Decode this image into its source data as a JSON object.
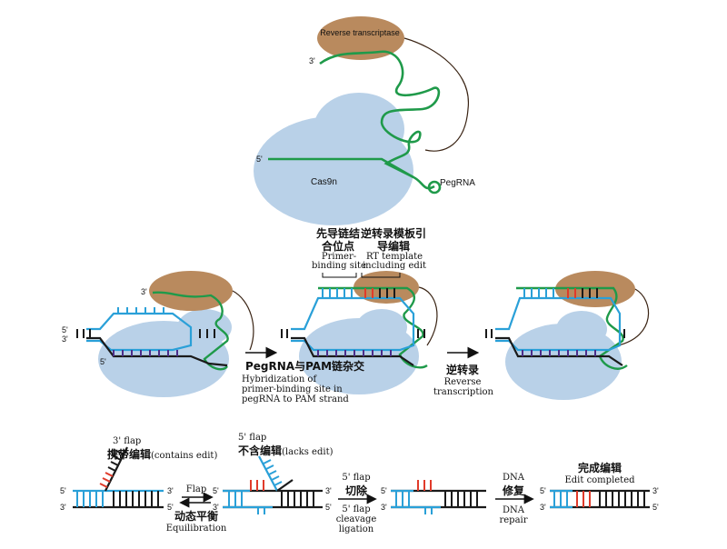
{
  "colors": {
    "cas9": "#b9d1e8",
    "rt": "#b98a5e",
    "pegrna": "#1f9a4a",
    "dna_target": "#2aa0d8",
    "dna_nontarget": "#1a1a1a",
    "edit": "#e03a2a",
    "hybrid": "#4b2e8a",
    "linker": "#3a2414"
  },
  "panel_top": {
    "rt_label": "Reverse transcriptase",
    "cas9_label": "Cas9n",
    "pegrna_label": "PegRNA",
    "end_3": "3'",
    "end_5": "5'"
  },
  "panel_mid": {
    "pbs_label_zh": "先导链结合位点",
    "pbs_label_en": "Primer-binding site",
    "rtt_label_zh": "逆转录模板引导编辑",
    "rtt_label_en": "RT template including edit",
    "step1_zh": "PegRNA与PAM链杂交",
    "step1_en": "Hybridization of primer-binding site in pegRNA to PAM strand",
    "step2_zh": "逆转录",
    "step2_en": "Reverse transcription",
    "end_3": "3'",
    "end_5": "5'"
  },
  "panel_bottom": {
    "flap3_en": "3' flap",
    "flap3_zh": "携带编辑",
    "flap3_note": "(contains edit)",
    "flap5_en": "5' flap",
    "flap5_zh": "不含编辑",
    "flap5_note": "(lacks edit)",
    "equil_top": "Flap",
    "equil_zh": "动态平衡",
    "equil_en": "Equilibration",
    "cleave_top": "5' flap",
    "cleave_zh": "切除",
    "cleave_en": "5' flap cleavage ligation",
    "repair_top": "DNA",
    "repair_zh": "修复",
    "repair_en": "DNA repair",
    "done_zh": "完成编辑",
    "done_en": "Edit completed",
    "end_3": "3'",
    "end_5": "5'"
  }
}
